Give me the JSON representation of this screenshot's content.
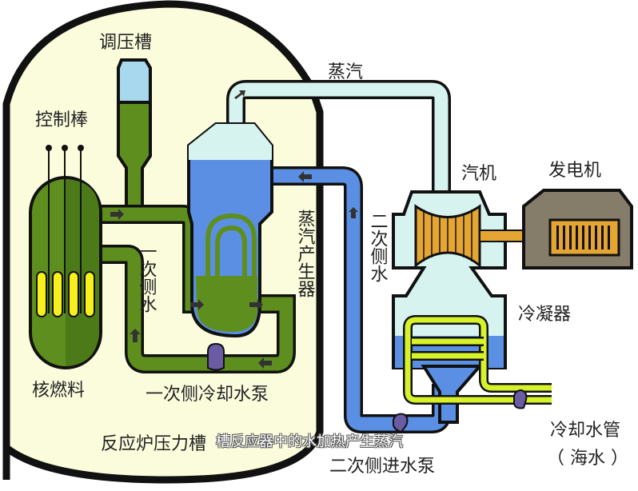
{
  "diagram": {
    "title_fragment": "图 1",
    "labels": {
      "pressurizer": "调压槽",
      "control_rods": "控制棒",
      "nuclear_fuel": "核燃料",
      "primary_water": "一次侧水",
      "primary_pump": "一次侧冷却水泵",
      "reactor_vessel": "反应炉压力槽",
      "steam": "蒸汽",
      "steam_generator": "蒸汽产生器",
      "secondary_water": "二次侧水",
      "turbine": "汽机",
      "generator": "发电机",
      "condenser": "冷凝器",
      "secondary_feed_pump": "二次侧进水泵",
      "cooling_pipe": "冷却水管",
      "seawater": "（ 海水 ）"
    },
    "subtitle": "槽反应器中的水加热产生蒸汽",
    "colors": {
      "containment_fill": "#fbfcdc",
      "primary_green": "#5e8f1e",
      "primary_green_dark": "#4d7a18",
      "fuel_yellow": "#f7f01c",
      "steam_light": "#d6f3ef",
      "water_blue": "#5b8fe3",
      "pressurizer_top": "#a8d8ee",
      "turbine_orange": "#e5a533",
      "generator_gray": "#857c6a",
      "cooling_lime": "#d6f22a",
      "pump_purple": "#6a5ba3",
      "outline": "#111111"
    }
  }
}
